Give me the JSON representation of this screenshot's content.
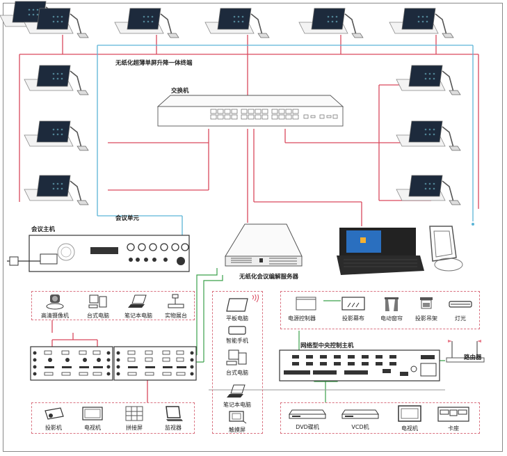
{
  "title": "无纸化会议系统拓扑图",
  "labels": {
    "terminal": "无纸化超薄单屏升降一体终端",
    "switch": "交换机",
    "conference_unit": "会议单元",
    "conference_host": "会议主机",
    "server": "无纸化会议编解服务器",
    "central_control": "网络型中央控制主机",
    "router": "路由器"
  },
  "input_sources": [
    "高清摄像机",
    "台式电脑",
    "笔记本电脑",
    "实物展台"
  ],
  "output_displays": [
    "投影机",
    "电视机",
    "拼接屏",
    "监视器"
  ],
  "client_devices": [
    "平板电脑",
    "智能手机",
    "台式电脑",
    "笔记本电脑",
    "触摸屏"
  ],
  "controlled_devices": [
    "电源控制器",
    "投影幕布",
    "电动窗帘",
    "投影吊架",
    "灯光"
  ],
  "av_sources": [
    "DVD碟机",
    "VCD机",
    "电视机",
    "卡座"
  ],
  "colors": {
    "network": "#d9475c",
    "conference_bus": "#5ab4d6",
    "av_link": "#3aa14a",
    "dashed_box": "#d9707f"
  }
}
